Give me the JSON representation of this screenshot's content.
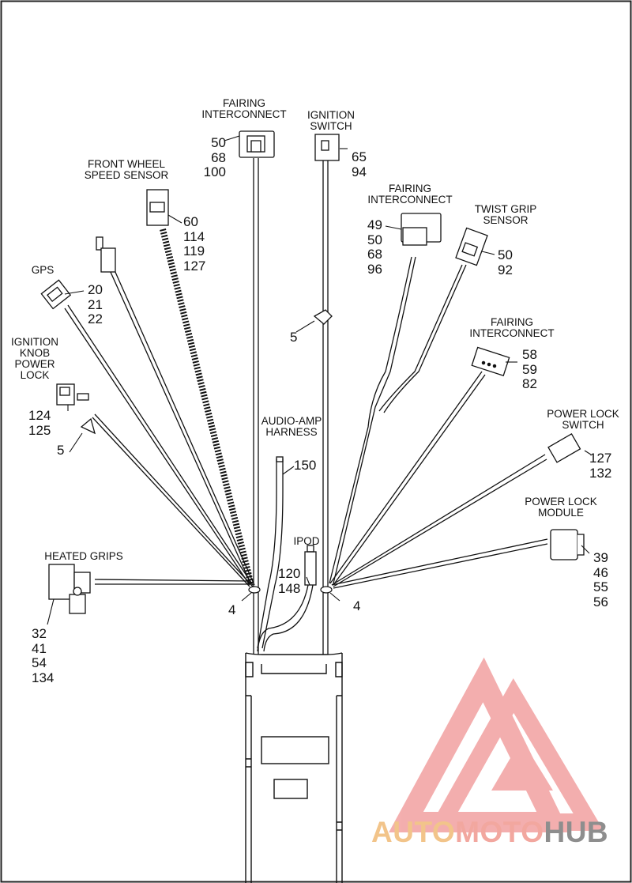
{
  "components": {
    "fairing_interconnect_top": {
      "label": [
        "FAIRING",
        "INTERCONNECT"
      ],
      "refs": [
        "50",
        "68",
        "100"
      ]
    },
    "ignition_switch": {
      "label": [
        "IGNITION",
        "SWITCH"
      ],
      "refs": [
        "65",
        "94"
      ]
    },
    "front_wheel_speed_sensor": {
      "label": [
        "FRONT WHEEL",
        "SPEED SENSOR"
      ],
      "refs": [
        "60",
        "114",
        "119",
        "127"
      ]
    },
    "fairing_interconnect_mid": {
      "label": [
        "FAIRING",
        "INTERCONNECT"
      ],
      "refs": [
        "49",
        "50",
        "68",
        "96"
      ]
    },
    "twist_grip_sensor": {
      "label": [
        "TWIST GRIP",
        "SENSOR"
      ],
      "refs": [
        "50",
        "92"
      ]
    },
    "gps": {
      "label": [
        "GPS"
      ],
      "refs": [
        "20",
        "21",
        "22"
      ]
    },
    "ignition_knob_power_lock": {
      "label": [
        "IGNITION",
        "KNOB",
        "POWER",
        "LOCK"
      ],
      "refs": [
        "124",
        "125"
      ]
    },
    "fairing_interconnect_right": {
      "label": [
        "FAIRING",
        "INTERCONNECT"
      ],
      "refs": [
        "58",
        "59",
        "82"
      ]
    },
    "audio_amp_harness": {
      "label": [
        "AUDIO-AMP",
        "HARNESS"
      ],
      "refs": [
        "150"
      ]
    },
    "power_lock_switch": {
      "label": [
        "POWER LOCK",
        "SWITCH"
      ],
      "refs": [
        "127",
        "132"
      ]
    },
    "power_lock_module": {
      "label": [
        "POWER LOCK",
        "MODULE"
      ],
      "refs": [
        "39",
        "46",
        "55",
        "56"
      ]
    },
    "ipod": {
      "label": [
        "IPOD"
      ],
      "refs": [
        "120",
        "148"
      ]
    },
    "heated_grips": {
      "label": [
        "HEATED GRIPS"
      ],
      "refs": [
        "32",
        "41",
        "54",
        "134"
      ]
    },
    "clip_refs": {
      "clip_center": "5",
      "clip_left": "5",
      "tie_left": "4",
      "tie_right": "4"
    }
  },
  "watermark": {
    "part1": "AUTO",
    "part2": "MOTO",
    "part3": "HUB",
    "color_auto": "#f2c48a",
    "color_moto": "#f2a79f",
    "color_hub": "#8e8e8e",
    "logo_color": "#f2a1a1"
  }
}
